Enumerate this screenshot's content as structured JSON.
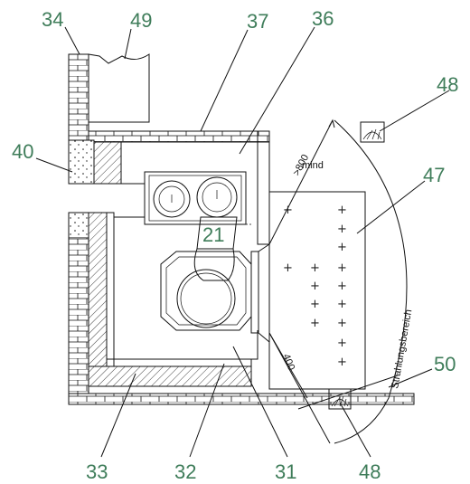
{
  "callouts": {
    "n34": "34",
    "n49": "49",
    "n37": "37",
    "n36": "36",
    "n48a": "48",
    "n40": "40",
    "n47": "47",
    "n21": "21",
    "n50": "50",
    "n33": "33",
    "n32": "32",
    "n31": "31",
    "n48b": "48"
  },
  "texts": {
    "dim_800": ">800",
    "mind": "mind",
    "dim_400": "400",
    "strahlungsbereich": "Strahlungsbereich"
  },
  "markers": {
    "plus": "+"
  },
  "colors": {
    "callout": "#3f7d5a",
    "line": "#111111"
  }
}
